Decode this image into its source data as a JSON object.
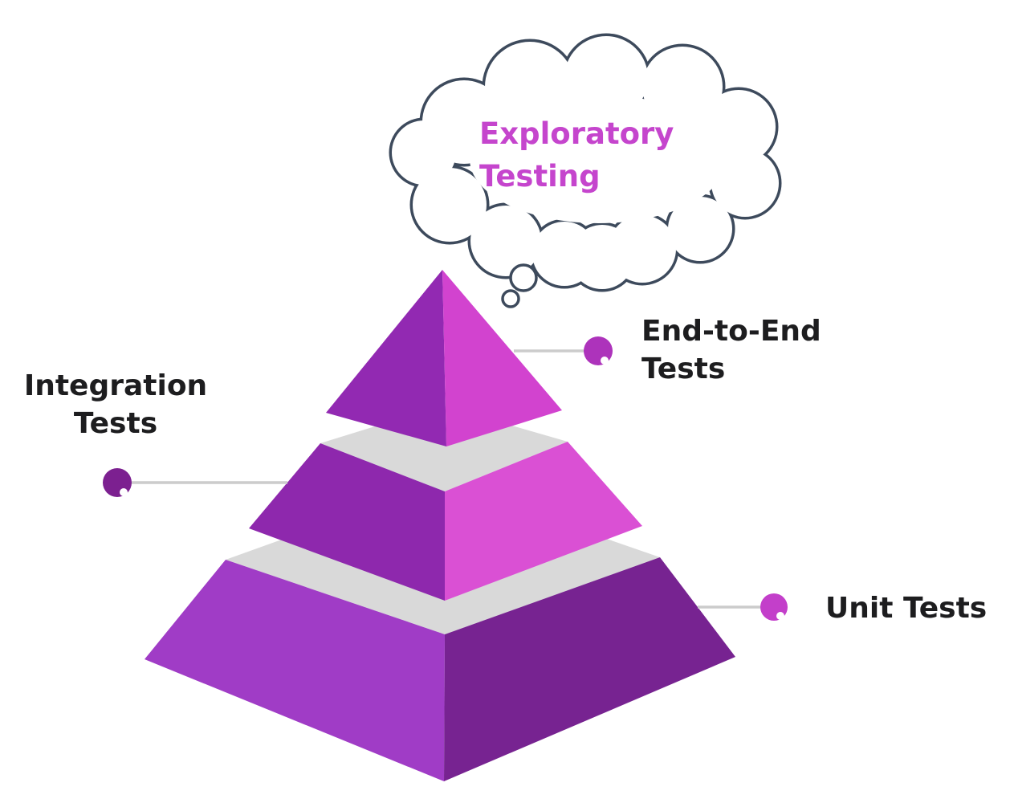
{
  "text_color": "#1d1d1f",
  "cloud": {
    "line1": "Exploratory",
    "line2": "Testing",
    "text_color": "#c545cd",
    "outline_color": "#3d4a5c",
    "fill": "#ffffff"
  },
  "labels": {
    "end_to_end": {
      "line1": "End-to-End",
      "line2": "Tests",
      "dot_color": "#ad33bb"
    },
    "integration": {
      "line1": "Integration",
      "line2": "Tests",
      "dot_color": "#7c2090"
    },
    "unit": {
      "line1": "Unit Tests",
      "dot_color": "#c33fca"
    }
  },
  "connector": {
    "line_color": "#cccccc"
  },
  "pyramid": {
    "type": "pyramid",
    "gap_color": "#d9d9d9",
    "tiers": [
      {
        "name": "End-to-End Tests",
        "position": "top",
        "left_face": "#9229b2",
        "right_face": "#d243cf"
      },
      {
        "name": "Integration Tests",
        "position": "middle",
        "left_face": "#8e28ad",
        "right_face": "#da50d4"
      },
      {
        "name": "Unit Tests",
        "position": "bottom",
        "left_face": "#a03cc6",
        "right_face": "#772391"
      }
    ]
  }
}
